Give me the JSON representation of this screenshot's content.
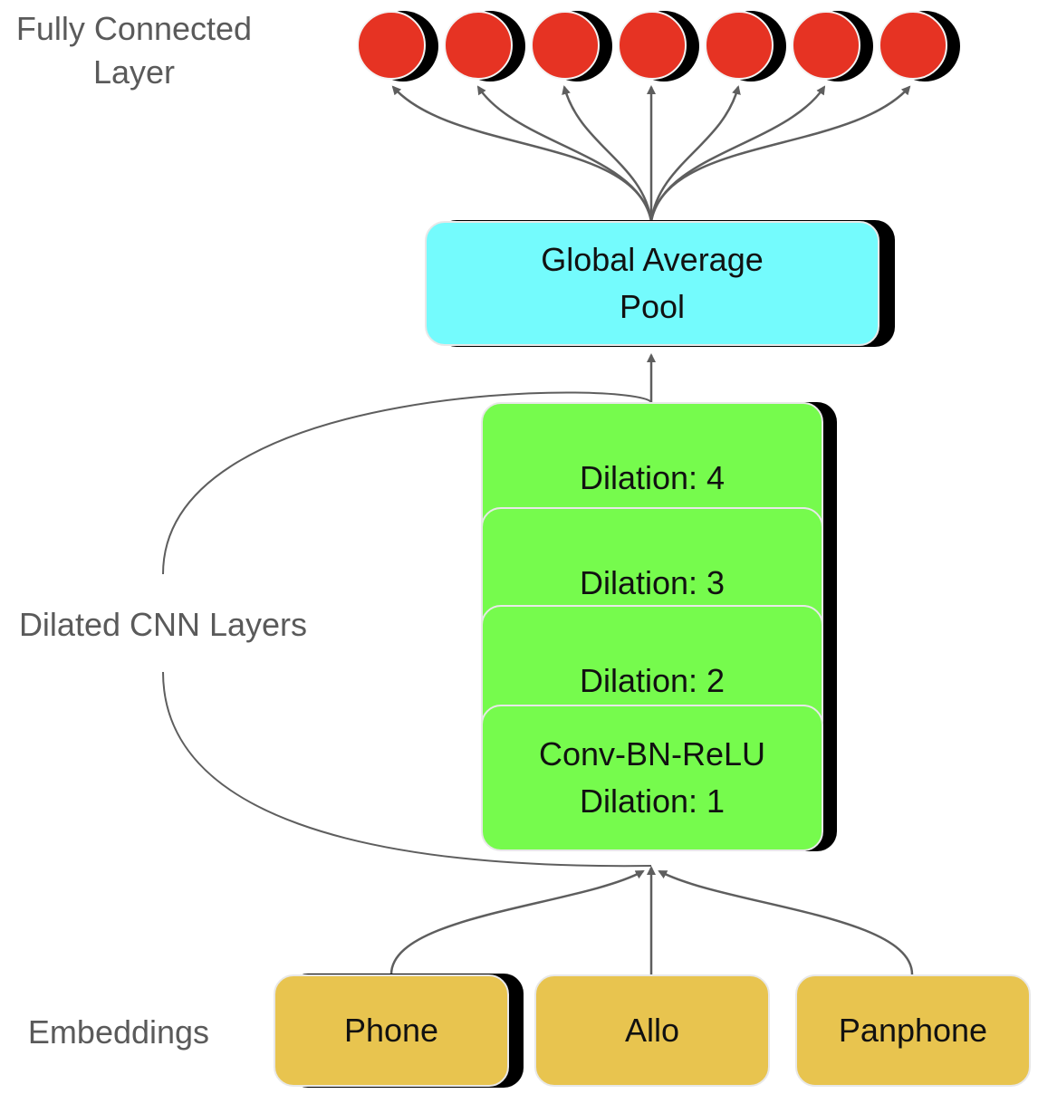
{
  "labels": {
    "fc_line1": "Fully Connected",
    "fc_line2": "Layer",
    "cnn": "Dilated CNN Layers",
    "embeddings": "Embeddings"
  },
  "pool": {
    "line1": "Global Average",
    "line2": "Pool"
  },
  "cnn_layers": [
    {
      "label": "Dilation: 4"
    },
    {
      "label": "Dilation: 3"
    },
    {
      "label": "Dilation: 2"
    },
    {
      "line1": "Conv-BN-ReLU",
      "line2": "Dilation: 1"
    }
  ],
  "embeddings": [
    {
      "label": "Phone"
    },
    {
      "label": "Allo"
    },
    {
      "label": "Panphone"
    }
  ],
  "colors": {
    "neuron": "#e63323",
    "pool": "#74fbfd",
    "cnn": "#76fb4d",
    "embedding": "#e8c44f",
    "edge": "#5e5e5e"
  }
}
